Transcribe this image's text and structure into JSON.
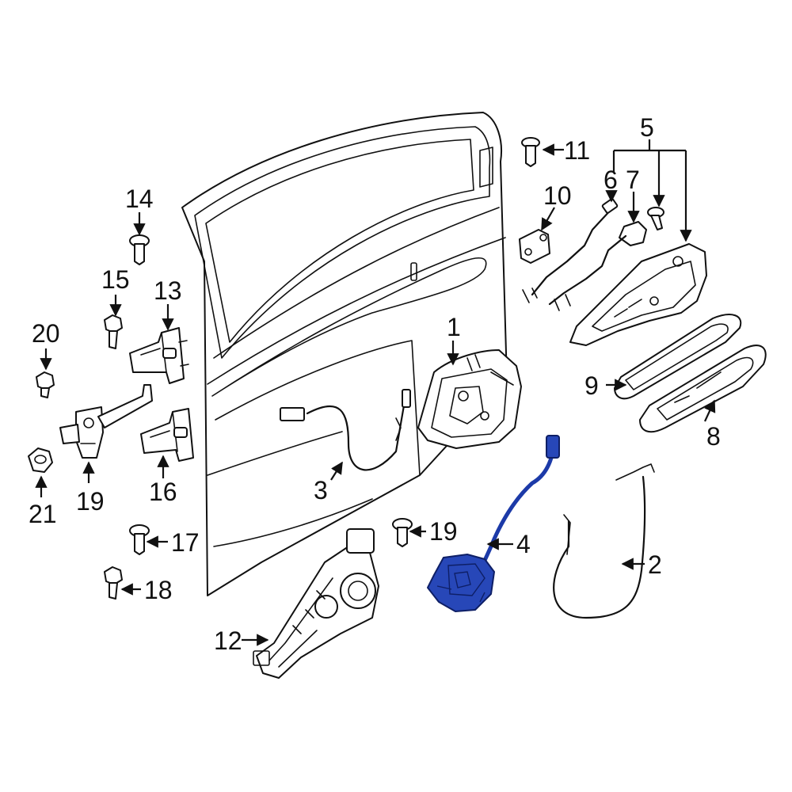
{
  "callouts": {
    "c1": "1",
    "c2": "2",
    "c3": "3",
    "c4": "4",
    "c5": "5",
    "c6": "6",
    "c7": "7",
    "c8": "8",
    "c9": "9",
    "c10": "10",
    "c11": "11",
    "c12": "12",
    "c13": "13",
    "c14": "14",
    "c15": "15",
    "c16": "16",
    "c17": "17",
    "c18": "18",
    "c19a": "19",
    "c19b": "19",
    "c20": "20",
    "c21": "21"
  },
  "colors": {
    "highlight": "#2747b8",
    "line": "#111111",
    "background": "#ffffff"
  }
}
